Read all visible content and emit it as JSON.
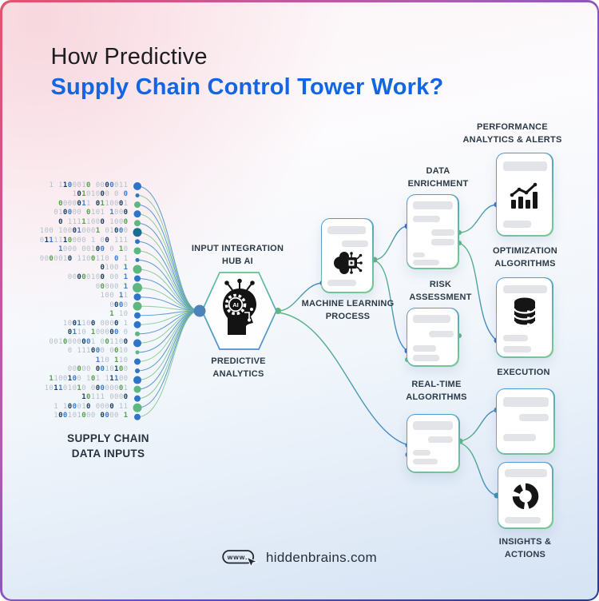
{
  "title": {
    "line1": "How Predictive",
    "line2": "Supply Chain Control Tower Work?"
  },
  "labels": {
    "supply_inputs": [
      "SUPPLY CHAIN",
      "DATA INPUTS"
    ],
    "input_hub": [
      "INPUT INTEGRATION",
      "HUB AI"
    ],
    "predictive": [
      "PREDICTIVE",
      "ANALYTICS"
    ],
    "ml_process": [
      "MACHINE LEARNING",
      "PROCESS"
    ],
    "data_enrichment": [
      "DATA",
      "ENRICHMENT"
    ],
    "risk": [
      "RISK",
      "ASSESSMENT"
    ],
    "performance": [
      "PERFORMANCE",
      "ANALYTICS & ALERTS"
    ],
    "optimization": [
      "OPTIMIZATION",
      "ALGORITHMS"
    ],
    "execution": [
      "EXECUTION"
    ],
    "realtime": [
      "REAL-TIME",
      "ALGORITHMS"
    ],
    "insights": [
      "INSIGHTS &",
      "ACTIONS"
    ]
  },
  "binary": {
    "rows": [
      "1 1100010 0000011",
      "10101000 0 0",
      "0000011 0110001",
      "010000 0101 1000",
      "0 11111000 1000",
      "100 100010001 01000",
      "0111110000 1 00 111",
      "1000 00100 0 10",
      "0000010 1100110 0 1",
      "0100 1",
      "00000100 00 1",
      "00000 1",
      "100 11",
      "0000",
      "1 10",
      "1001100 0000 1",
      "0110 100000 0",
      "0010000001 001100",
      "0 111000 0010",
      "110 110",
      "00000 0010100",
      "1100100 101 11100",
      "101101010 00000001",
      "10111 0000",
      "1 100010 0000 11",
      "100101000 0000 1"
    ]
  },
  "icons": {
    "hub": "ai-head-icon",
    "ml": "brain-chip-icon",
    "performance": "bar-chart-icon",
    "optimization": "database-icon",
    "insights": "donut-chart-icon",
    "footer": "www-cursor-icon"
  },
  "footer": {
    "badge": "www.",
    "site": "hiddenbrains.com"
  },
  "colors": {
    "title_blue": "#1266e3",
    "title_dark": "#1c1e22",
    "label_dark": "#2c3a47",
    "line_blue": "#4186cf",
    "line_green": "#7cc488",
    "dot_blue": "#2e74c8",
    "dot_green": "#5db781",
    "dot_teal": "#1b6e93",
    "hub_dot": "#4b84b9",
    "card_border_blue": "#4f93d6",
    "card_border_green": "#79cb8e",
    "bar_gray": "#e2e4e8",
    "binary_gray": "#b4bfca",
    "binary_dark": "#173c5e",
    "binary_green": "#56a14c",
    "binary_blue": "#3a7dd0"
  }
}
